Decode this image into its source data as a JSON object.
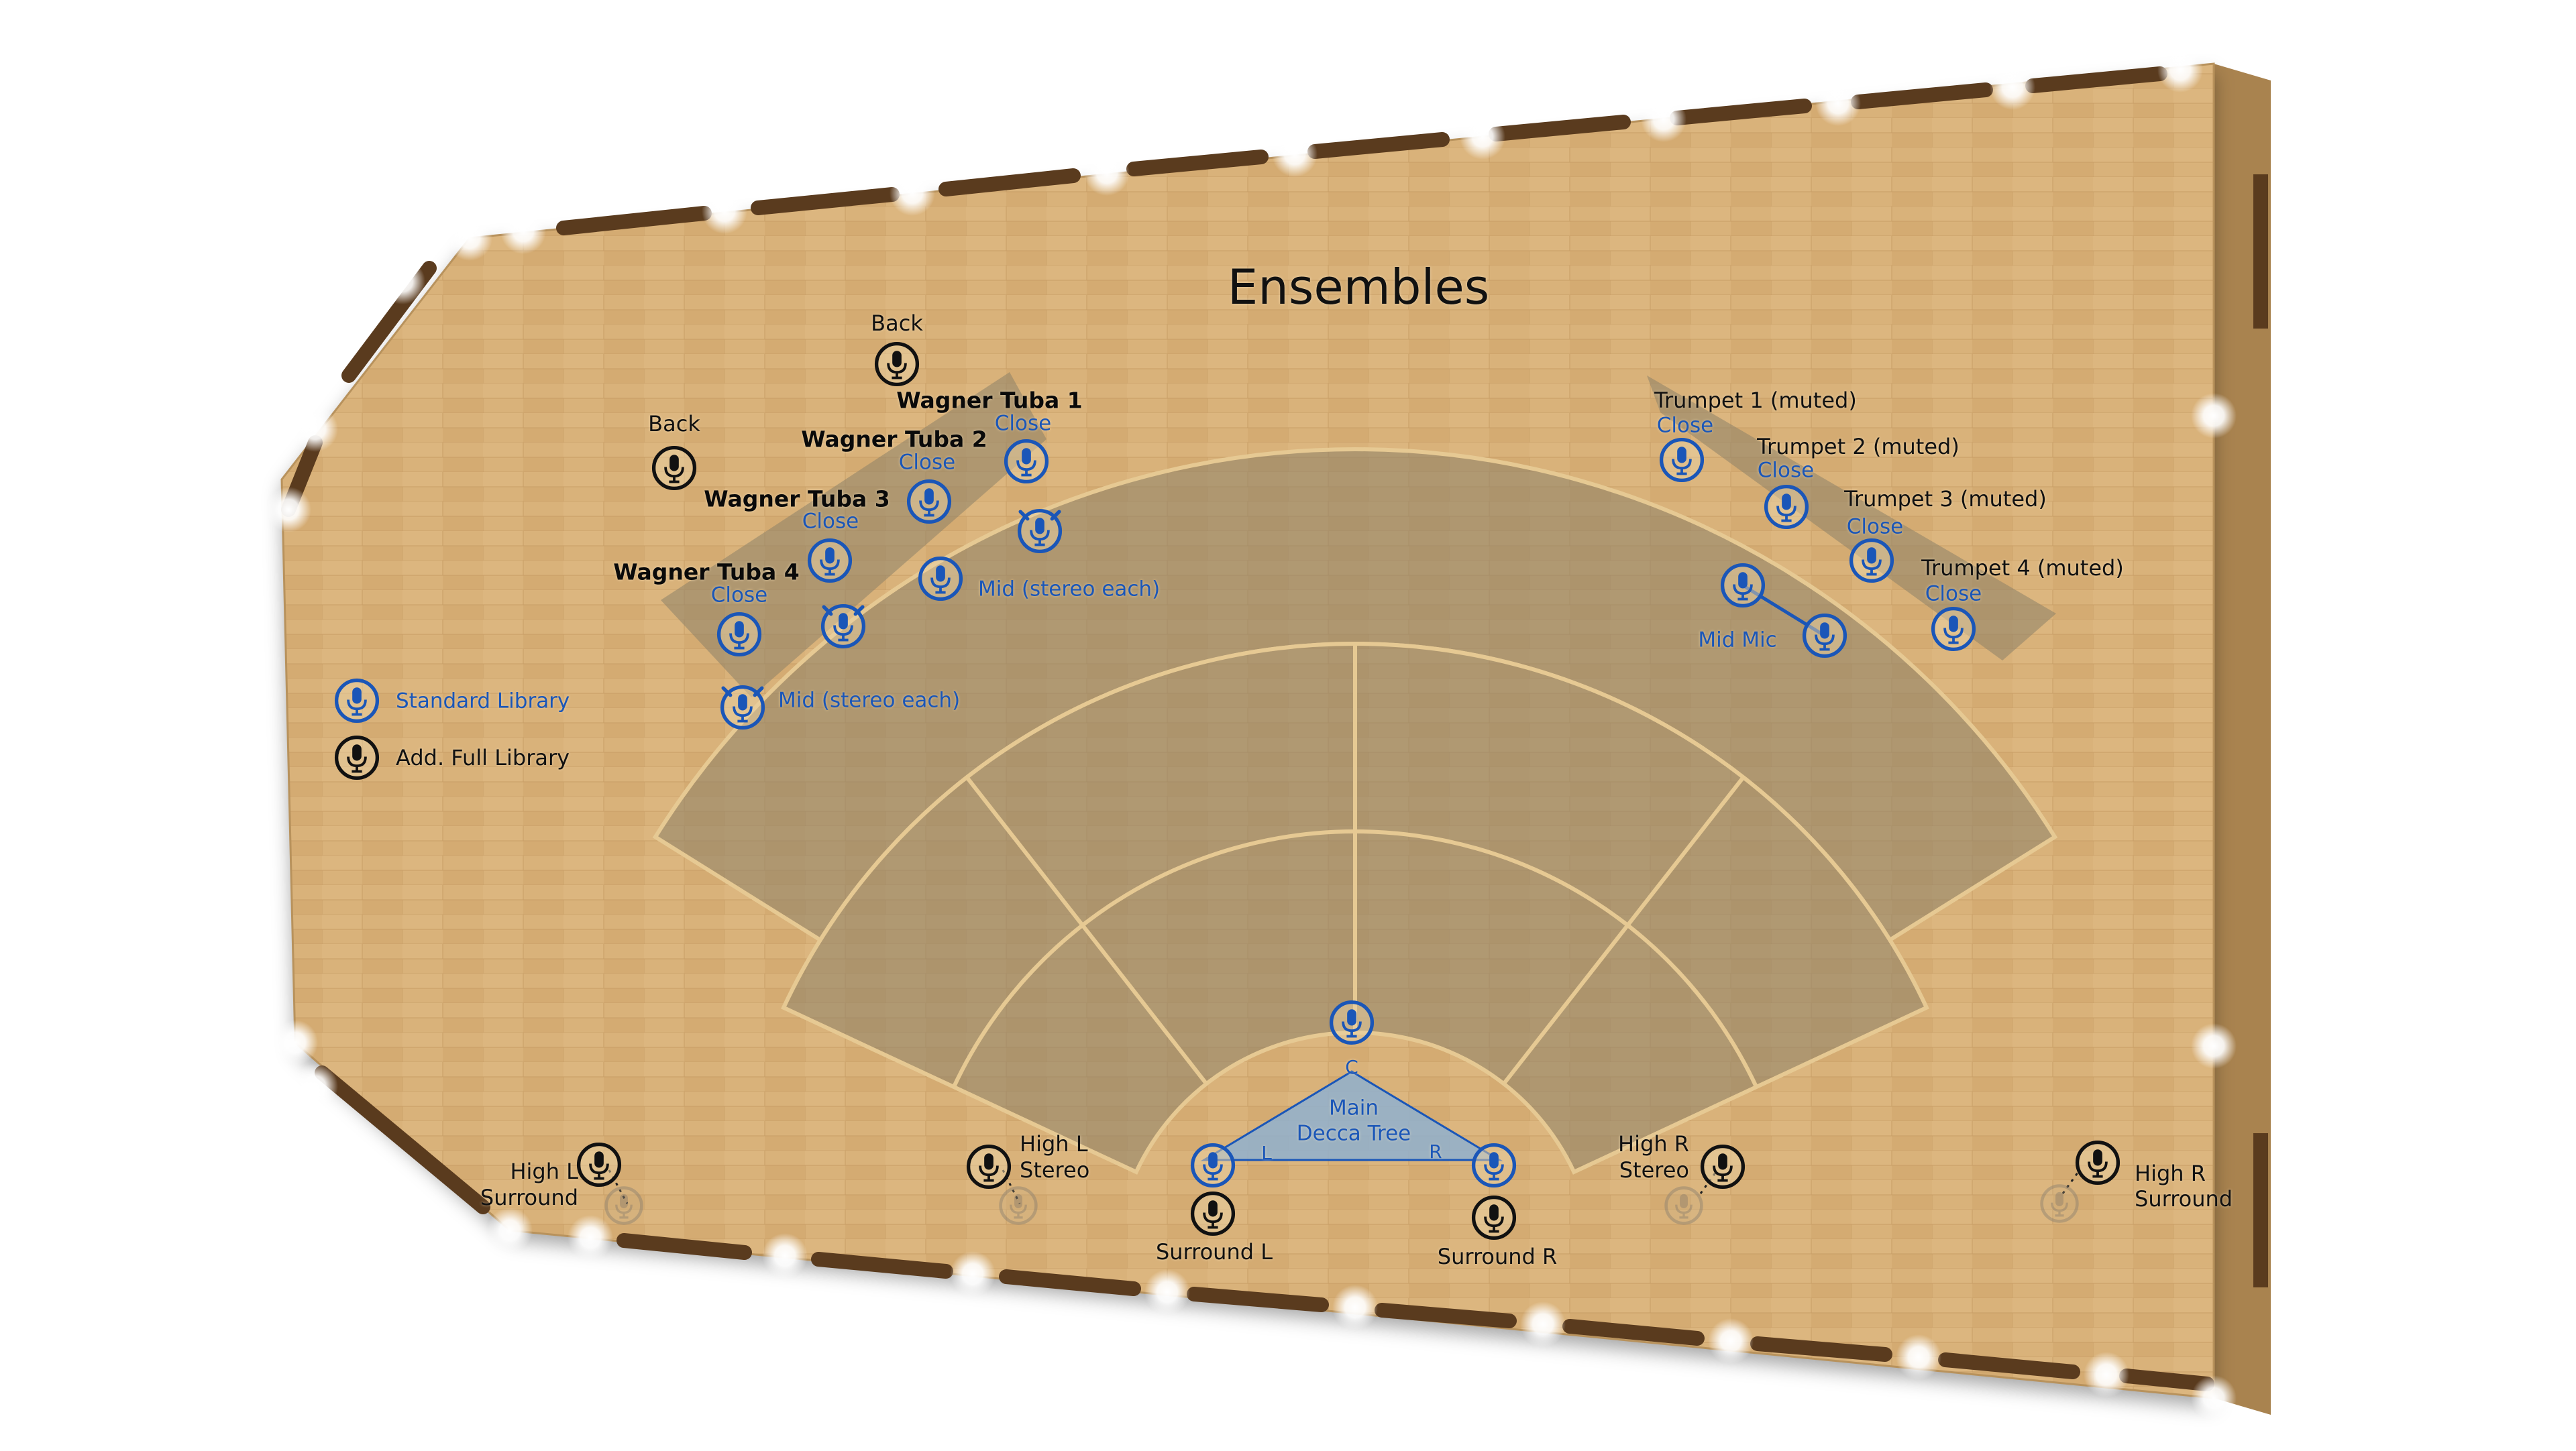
{
  "title": "Ensembles",
  "colors": {
    "floor": "#d9b27a",
    "stage_shape": "#8d8268",
    "standard_mic": "#1a56b8",
    "full_mic": "#111111",
    "wall": "#5a3b1e",
    "decca_fill": "#8fb0cf"
  },
  "legend": {
    "standard": "Standard Library",
    "full": "Add. Full Library"
  },
  "labels": {
    "back_top": "Back",
    "back_left": "Back",
    "wagner_tuba_1": "Wagner Tuba 1",
    "wagner_tuba_2": "Wagner Tuba 2",
    "wagner_tuba_3": "Wagner Tuba 3",
    "wagner_tuba_4": "Wagner Tuba 4",
    "close": "Close",
    "mid_stereo_each": "Mid (stereo each)",
    "trumpet_1": "Trumpet 1 (muted)",
    "trumpet_2": "Trumpet 2 (muted)",
    "trumpet_3": "Trumpet 3 (muted)",
    "trumpet_4": "Trumpet 4 (muted)",
    "mid_mic": "Mid Mic",
    "decca_main": "Main",
    "decca_tree": "Decca Tree",
    "decca_c": "C",
    "decca_l": "L",
    "decca_r": "R",
    "high_l_surround_1": "High L",
    "high_l_surround_2": "Surround",
    "high_l_stereo_1": "High L",
    "high_l_stereo_2": "Stereo",
    "surround_l": "Surround L",
    "surround_r": "Surround R",
    "high_r_stereo_1": "High R",
    "high_r_stereo_2": "Stereo",
    "high_r_surround_1": "High R",
    "high_r_surround_2": "Surround"
  },
  "icons": {
    "mic": "microphone-icon",
    "mic_angled": "angled-microphone-icon"
  }
}
